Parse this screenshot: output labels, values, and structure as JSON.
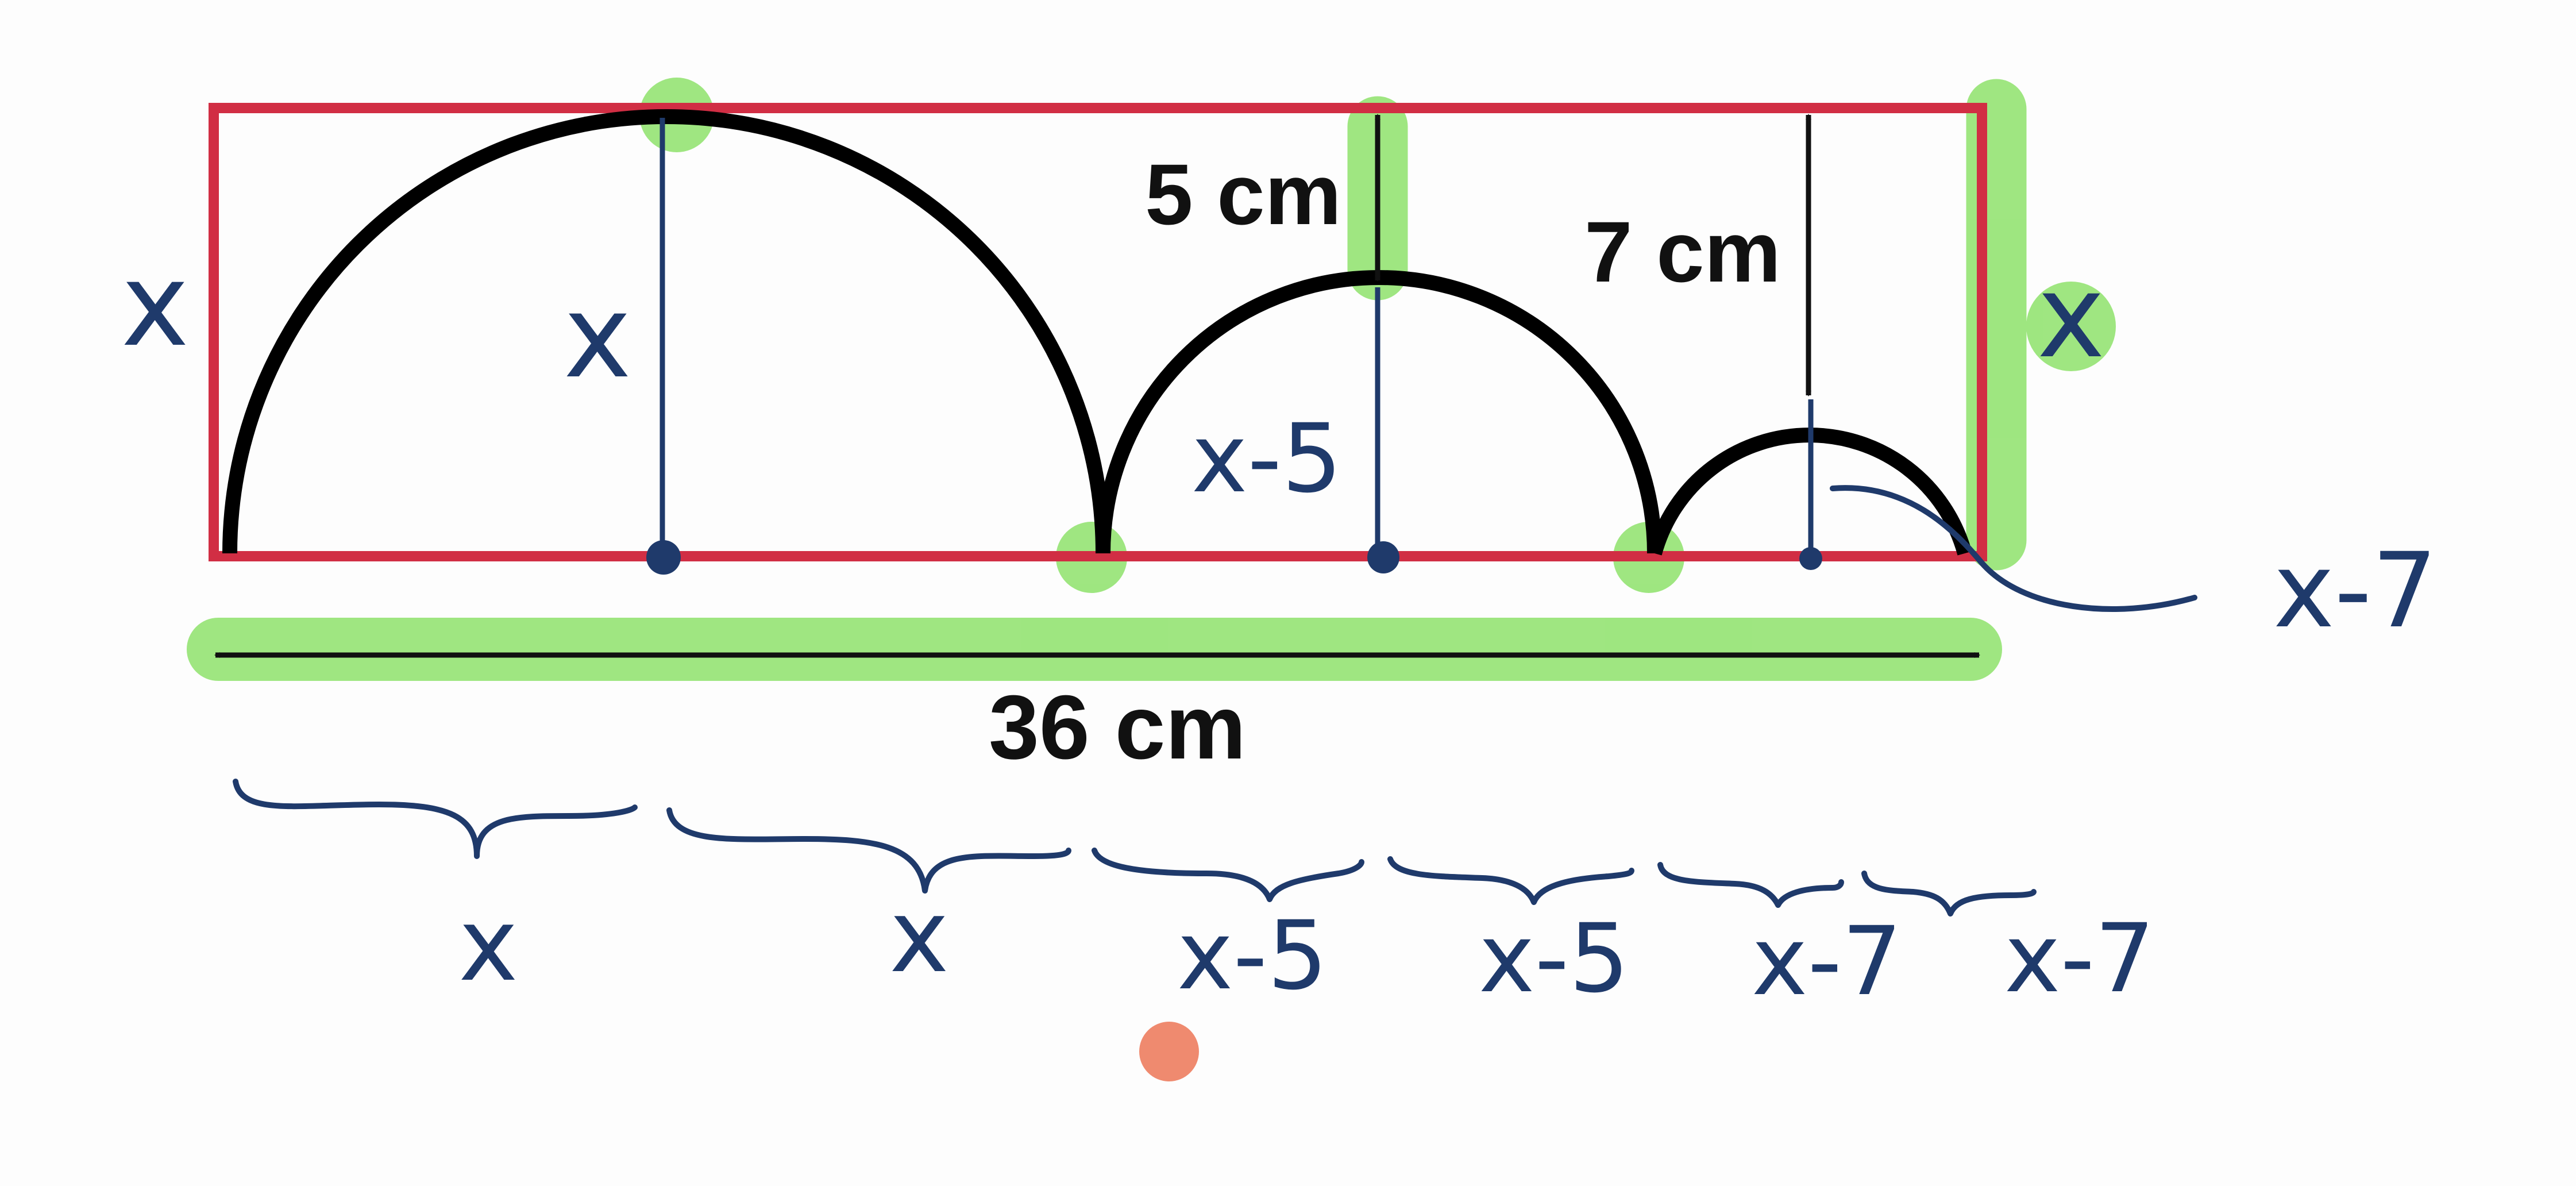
{
  "labels": {
    "gap_top_middle": "5 cm",
    "gap_top_right": "7 cm",
    "total_width": "36 cm"
  },
  "annotations": {
    "left_side": "x",
    "right_side": "x",
    "radius_large": "x",
    "radius_middle": "x-5",
    "radius_small": "x-7",
    "segments": [
      "x",
      "x",
      "x-5",
      "x-5",
      "x-7",
      "x-7"
    ]
  },
  "colors": {
    "rectangle": "#d12e44",
    "arcs": "#000000",
    "ink": "#1f3a6b",
    "highlight": "#8ee26b",
    "dot": "#ef8a6f"
  }
}
